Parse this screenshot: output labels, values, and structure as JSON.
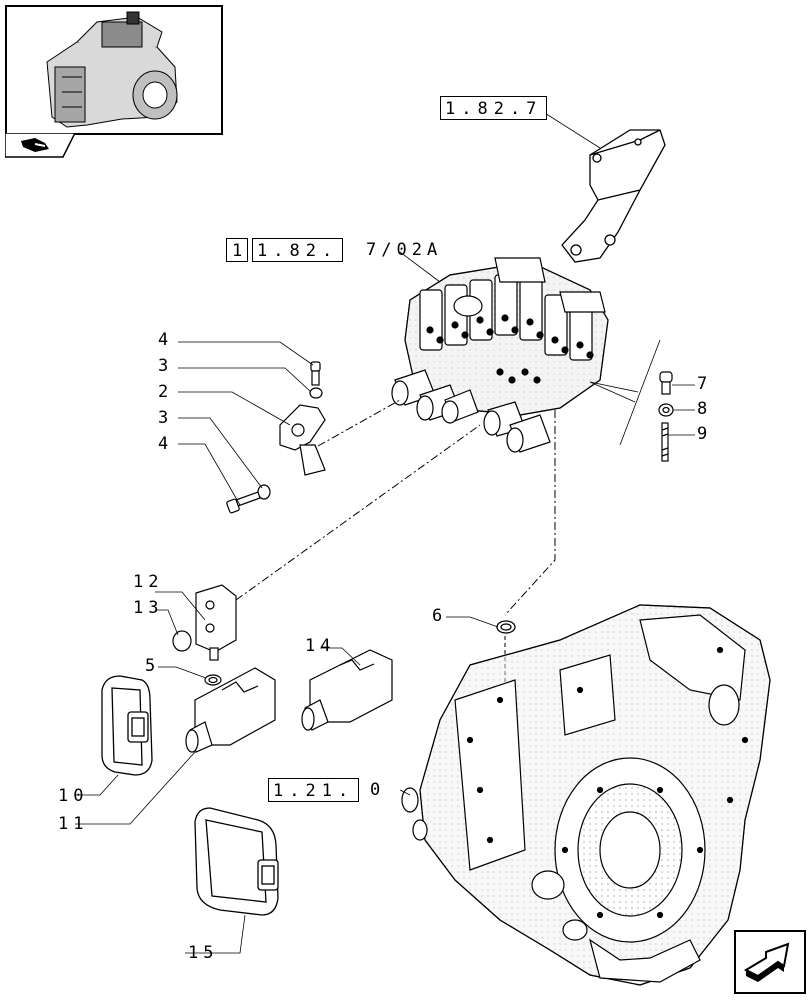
{
  "references": {
    "bracket_ref": "1.82.7",
    "valve_ref_index": "1",
    "valve_ref": "1.82.",
    "valve_ref_suffix": "7/02A",
    "housing_ref": "1.21.",
    "housing_ref_suffix": "0"
  },
  "callouts": {
    "c4_top": "4",
    "c3_top": "3",
    "c2": "2",
    "c3_bottom": "3",
    "c4_bottom": "4",
    "c7": "7",
    "c8": "8",
    "c9": "9",
    "c12": "12",
    "c13": "13",
    "c5": "5",
    "c6": "6",
    "c14": "14",
    "c10": "10",
    "c11": "11",
    "c15": "15"
  },
  "icons": {
    "thumbnail": "tractor-rear-housing-thumbnail",
    "thumbnail_tab": "section-folder-icon",
    "navigation": "next-page-arrow-icon"
  }
}
